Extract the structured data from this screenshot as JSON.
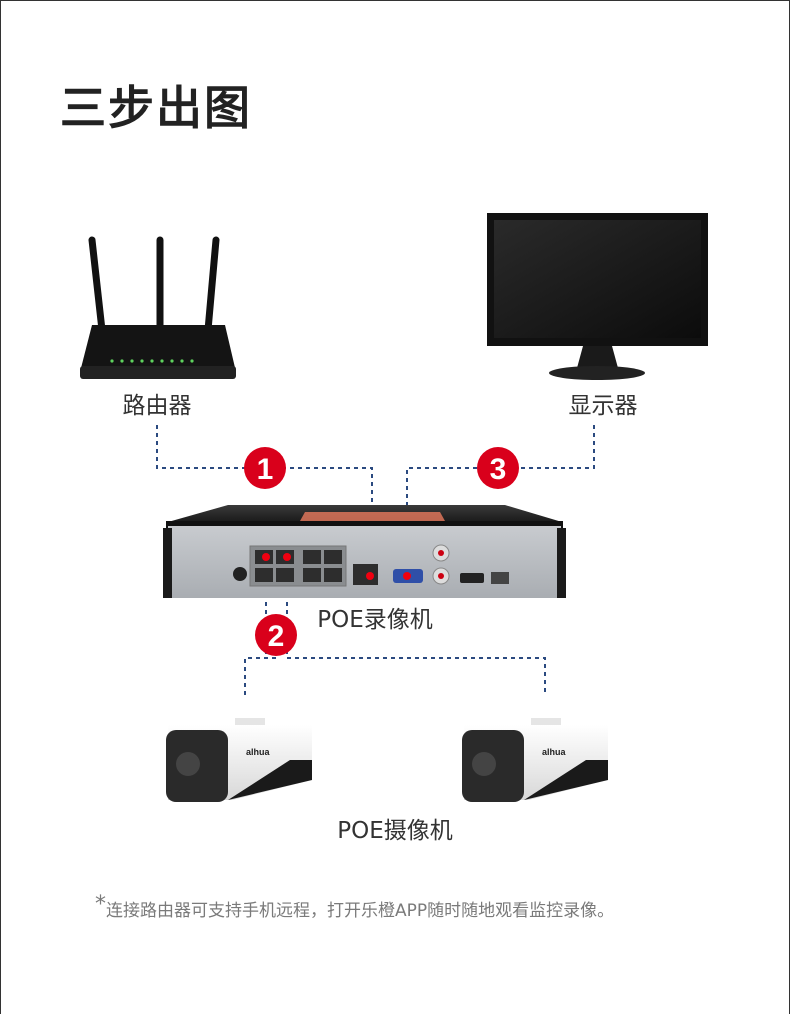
{
  "title": "三步出图",
  "devices": {
    "router": "路由器",
    "monitor": "显示器",
    "nvr": "POE录像机",
    "cameras": "POE摄像机",
    "camera_brand": "alhua"
  },
  "steps": [
    "1",
    "2",
    "3"
  ],
  "footnote": {
    "mark": "*",
    "text": "连接路由器可支持手机远程，打开乐橙APP随时随地观看监控录像。"
  },
  "colors": {
    "step": "#d9001b",
    "line": "#2b4a80"
  }
}
